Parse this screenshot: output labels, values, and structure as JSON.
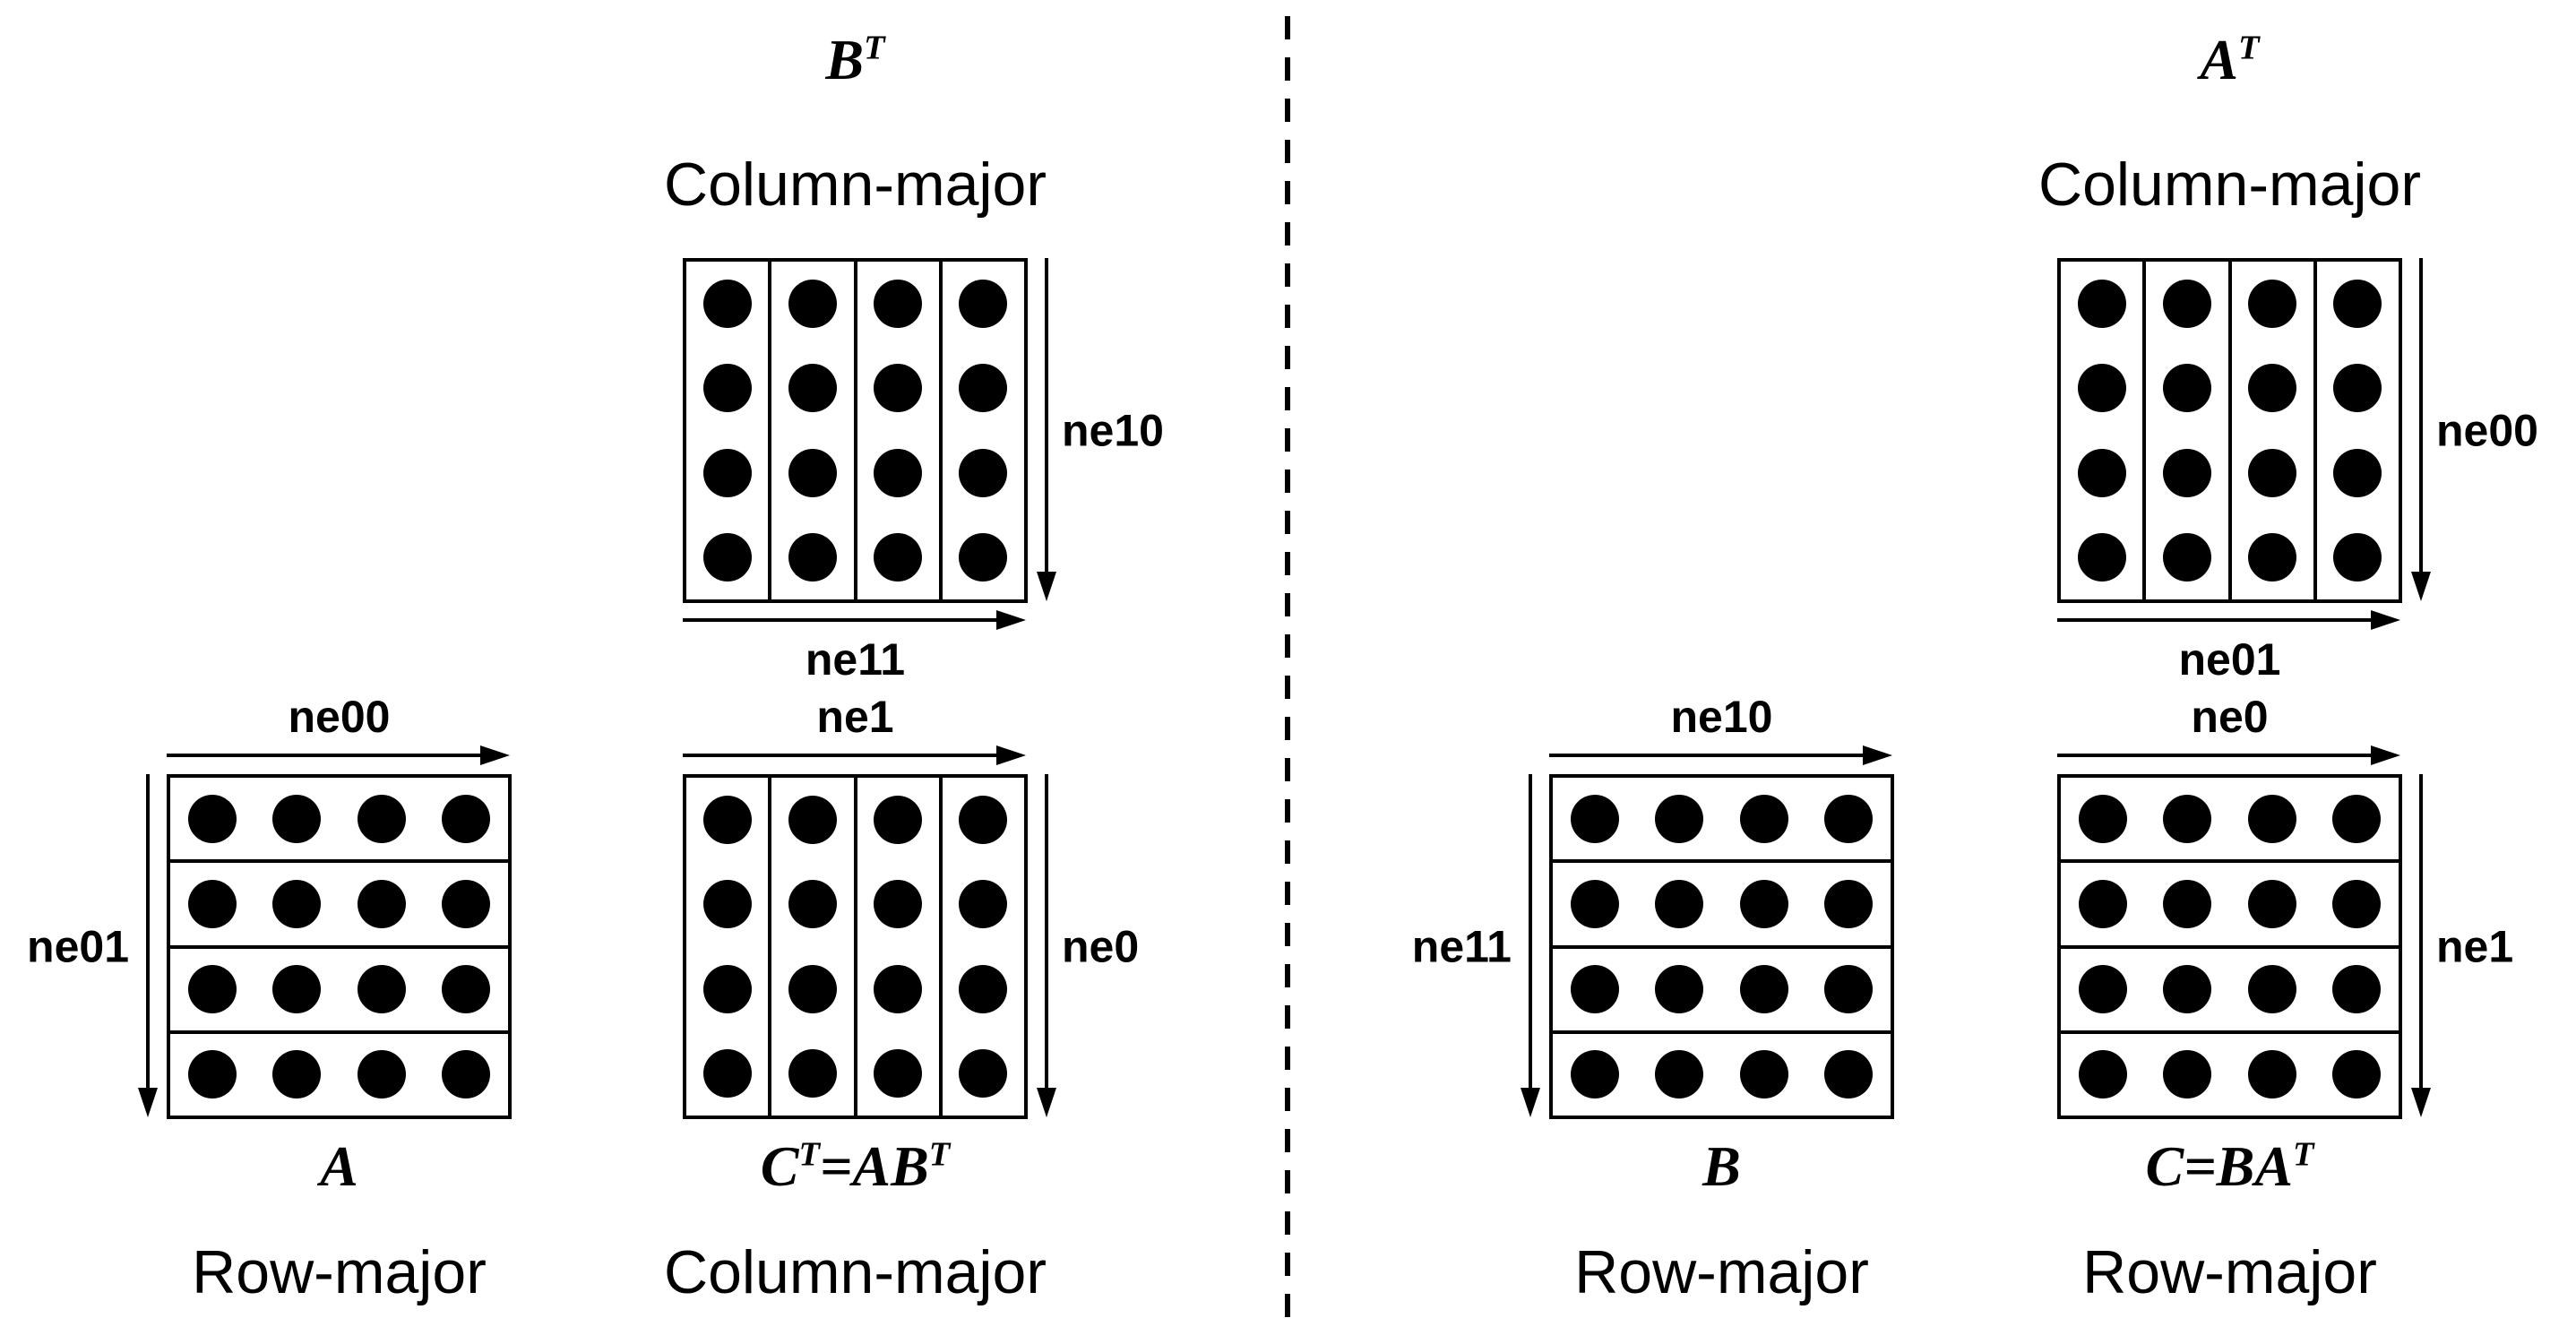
{
  "diagram": {
    "colors": {
      "ink": "#000000",
      "background": "#ffffff"
    },
    "grid": {
      "rows": 4,
      "cols": 4
    },
    "panels": [
      {
        "name": "left",
        "matrices": [
          {
            "key": "BT",
            "slot": "top",
            "math": "B^T",
            "layout": "Column-major",
            "orientation": "column",
            "arrows": [
              {
                "side": "right",
                "label": "ne10"
              },
              {
                "side": "bottom",
                "label": "ne11"
              }
            ]
          },
          {
            "key": "A",
            "slot": "bl",
            "math": "A",
            "layout": "Row-major",
            "orientation": "row",
            "arrows": [
              {
                "side": "top",
                "label": "ne00"
              },
              {
                "side": "left",
                "label": "ne01"
              }
            ]
          },
          {
            "key": "CT",
            "slot": "br",
            "math": "C^T=AB^T",
            "layout": "Column-major",
            "orientation": "column",
            "arrows": [
              {
                "side": "top",
                "label": "ne1"
              },
              {
                "side": "right",
                "label": "ne0"
              }
            ]
          }
        ]
      },
      {
        "name": "right",
        "matrices": [
          {
            "key": "AT",
            "slot": "top",
            "math": "A^T",
            "layout": "Column-major",
            "orientation": "column",
            "arrows": [
              {
                "side": "right",
                "label": "ne00"
              },
              {
                "side": "bottom",
                "label": "ne01"
              }
            ]
          },
          {
            "key": "B",
            "slot": "bl",
            "math": "B",
            "layout": "Row-major",
            "orientation": "row",
            "arrows": [
              {
                "side": "top",
                "label": "ne10"
              },
              {
                "side": "left",
                "label": "ne11"
              }
            ]
          },
          {
            "key": "C",
            "slot": "br",
            "math": "C=BA^T",
            "layout": "Row-major",
            "orientation": "row",
            "arrows": [
              {
                "side": "top",
                "label": "ne0"
              },
              {
                "side": "right",
                "label": "ne1"
              }
            ]
          }
        ]
      }
    ]
  }
}
